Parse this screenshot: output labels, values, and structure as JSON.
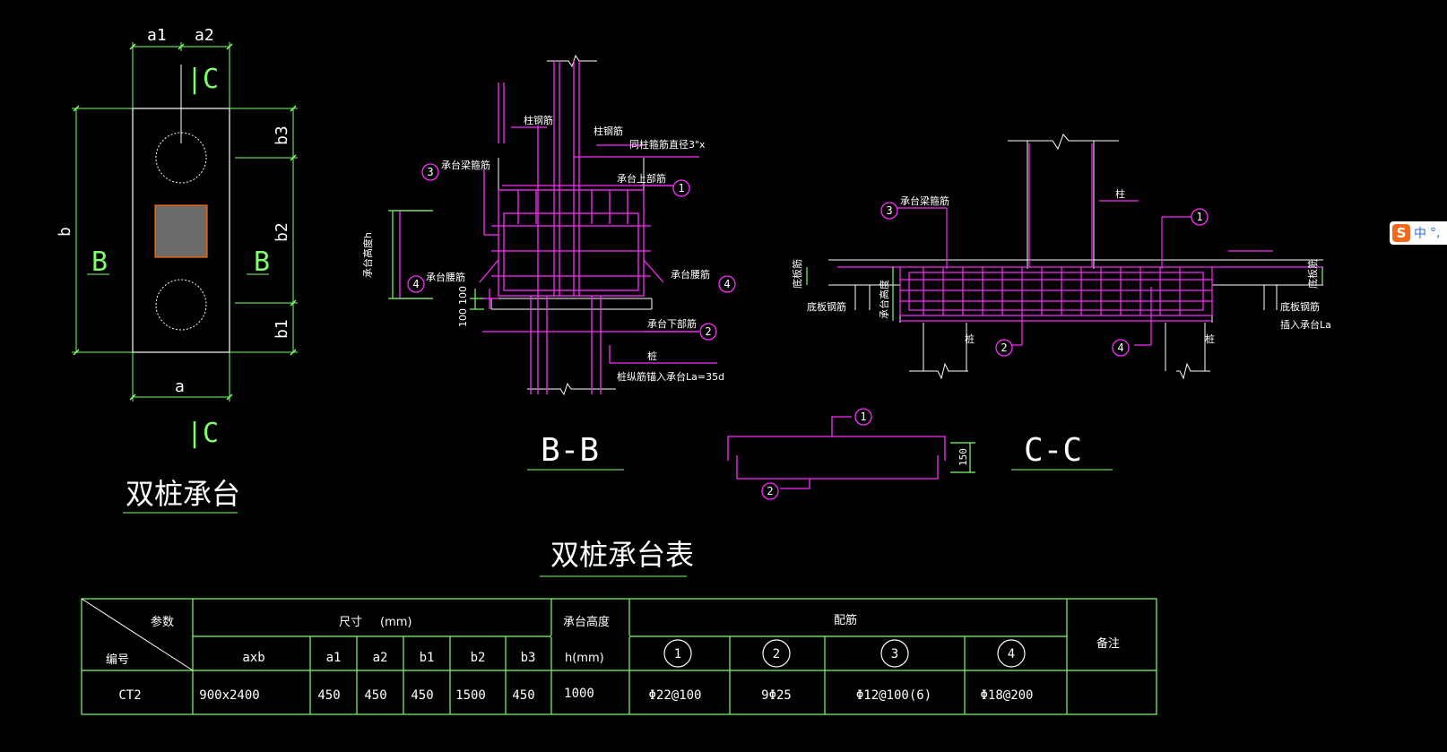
{
  "colors": {
    "background": "#000000",
    "outline": "#ffffff",
    "dimension": "#7cff6b",
    "rebar": "#ff2bff",
    "column": "#6b6b6b",
    "column_border": "#ff6a00"
  },
  "plan": {
    "dims": {
      "a1": "a1",
      "a2": "a2",
      "a": "a",
      "b": "b",
      "b1": "b1",
      "b2": "b2",
      "b3": "b3"
    },
    "section_mark_top": "|C",
    "section_mark_bottom": "|C",
    "section_left": "B",
    "section_right": "B",
    "title": "双桩承台"
  },
  "section_bb": {
    "labels": {
      "column_rebar_1": "柱钢筋",
      "column_rebar_2": "柱钢筋",
      "stirrup_note": "同柱箍筋直径3\"x",
      "top_rebar": "承台上部筋",
      "cap_stirrup": "承台梁箍筋",
      "cap_height": "承台高度h",
      "side_rebar_left": "承台腰筋",
      "side_rebar_right": "承台腰筋",
      "bottom_rebar": "承台下部筋",
      "pile": "桩",
      "anchor_note": "桩纵筋锚入承台La=35d",
      "dim_100_a": "100",
      "dim_100_b": "100"
    },
    "markers": [
      "1",
      "2",
      "3",
      "4",
      "4"
    ],
    "title": "B-B"
  },
  "section_cc": {
    "labels": {
      "cap_stirrup": "承台梁箍筋",
      "column": "柱",
      "pile_left": "桩",
      "pile_right": "桩",
      "left_top": "底板筋",
      "left_bottom": "底板钢筋",
      "right_top": "底板筋",
      "right_bottom1": "底板钢筋",
      "right_bottom2": "插入承台La",
      "cap_height": "承台高度"
    },
    "markers": [
      "1",
      "2",
      "3",
      "4"
    ],
    "title": "C-C"
  },
  "detail": {
    "markers": [
      "1",
      "2"
    ],
    "dim": "150"
  },
  "table": {
    "title": "双桩承台表",
    "header": {
      "diag_top": "参数",
      "diag_bottom": "编号",
      "size": "尺寸",
      "unit": "(mm)",
      "height": "承台高度",
      "height_unit": "h(mm)",
      "rebar": "配筋",
      "remark": "备注",
      "cols": [
        "axb",
        "a1",
        "a2",
        "b1",
        "b2",
        "b3"
      ],
      "rebar_nums": [
        "1",
        "2",
        "3",
        "4"
      ]
    },
    "rows": [
      {
        "id": "CT2",
        "axb": "900x2400",
        "a1": "450",
        "a2": "450",
        "b1": "450",
        "b2": "1500",
        "b3": "450",
        "h": "1000",
        "r1": "Φ22@100",
        "r2": "9Φ25",
        "r3": "Φ12@100(6)",
        "r4": "Φ18@200",
        "remark": ""
      }
    ]
  },
  "ime": {
    "logo": "S",
    "label": "中",
    "extra": "°,"
  }
}
